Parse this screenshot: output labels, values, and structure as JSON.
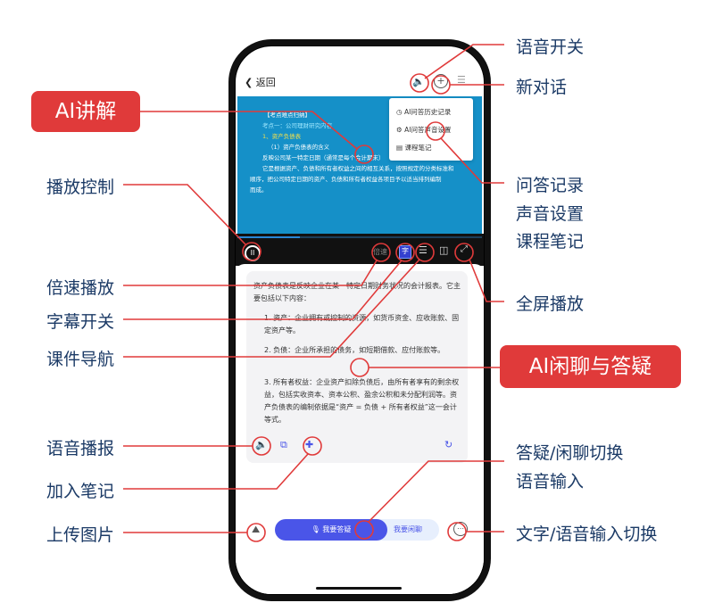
{
  "phone": {
    "header": {
      "back_label": "返回",
      "icons": [
        "speaker-icon",
        "plus-circle-icon",
        "menu-icon"
      ]
    },
    "slide": {
      "lines": [
        "【考点难点归纳】",
        "考点一：公司理财研究内容",
        "1、资产负债表",
        "（1）资产负债表的含义",
        "反映公司某一特定日期（通常是每个会计期末）",
        "它是根据资产、负债和所有者权益之间的相互关系，按照规定的分类标准和",
        "顺序，把公司特定日期的资产、负债和所有者权益各项目予以适当排列编制",
        "而成。"
      ]
    },
    "menu": {
      "items": [
        "AI问答历史记录",
        "AI问答声音设置",
        "课程笔记"
      ]
    },
    "controls": {
      "speed_label": "倍速"
    },
    "answer": {
      "intro": "资产负债表是反映企业在某一特定日期财务状况的会计报表。它主要包括以下内容：",
      "items": [
        "1. 资产：企业拥有或控制的资源，如货币资金、应收账款、固定资产等。",
        "2. 负债：企业所承担的债务，如短期借款、应付账款等。",
        "3. 所有者权益：企业资产扣除负债后，由所有者享有的剩余权益，包括实收资本、资本公积、盈余公积和未分配利润等。资产负债表的编制依据是“资产 = 负债 + 所有者权益”这一会计等式。"
      ]
    },
    "bottom": {
      "ask_label": "我要答疑",
      "chat_label": "我要闲聊"
    }
  },
  "annotations": {
    "left": [
      "播放控制",
      "倍速播放",
      "字幕开关",
      "课件导航",
      "语音播报",
      "加入笔记",
      "上传图片"
    ],
    "right": [
      "语音开关",
      "新对话",
      "问答记录",
      "声音设置",
      "课程笔记",
      "全屏播放",
      "答疑/闲聊切换",
      "语音输入",
      "文字/语音输入切换"
    ],
    "pills": [
      "AI讲解",
      "AI闲聊与答疑"
    ]
  },
  "colors": {
    "accent": "#4a55e8",
    "annotation": "#e03a3a",
    "label": "#1b3a66",
    "slide": "#1590c8"
  }
}
